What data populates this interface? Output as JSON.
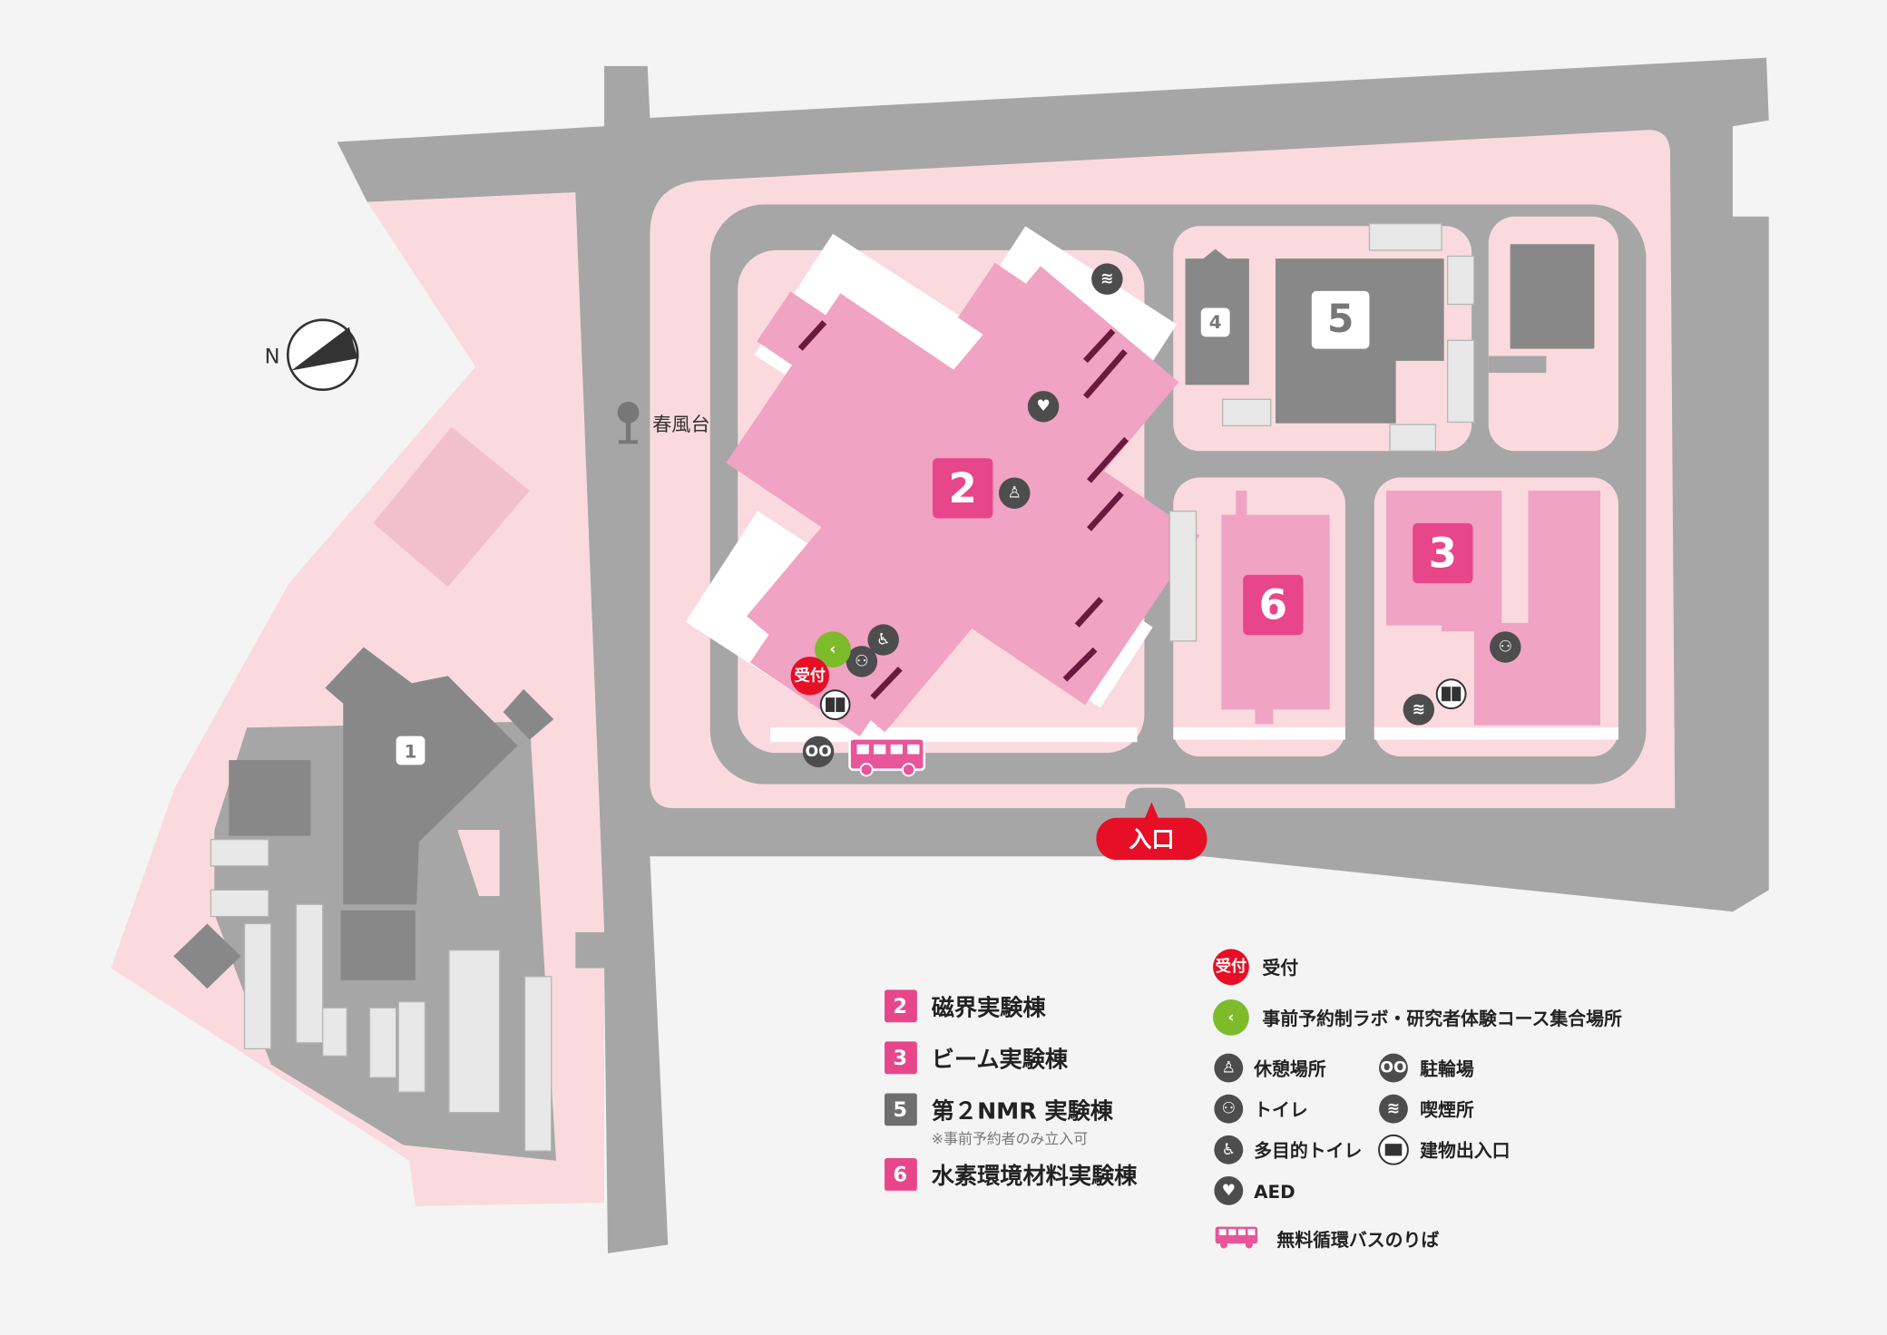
{
  "colors": {
    "road": "#a6a6a6",
    "campus": "#fadadf",
    "building_pink": "#f0a3c3",
    "building_gray": "#888888",
    "label_pink": "#e8468a",
    "label_gray": "#6e6e6e",
    "reception": "#e60f26",
    "meeting": "#7dbb2a",
    "icon_dark": "#4d4d4d",
    "background": "#f4f4f4"
  },
  "map": {
    "compass_label": "N",
    "bus_stop_name": "春風台",
    "entrance_label": "入口",
    "building_numbers": {
      "b1": "1",
      "b2": "2",
      "b3": "3",
      "b4": "4",
      "b5": "5",
      "b6": "6"
    },
    "reception_marker": "受付"
  },
  "legend": {
    "buildings": [
      {
        "number": "2",
        "name": "磁界実験棟"
      },
      {
        "number": "3",
        "name": "ビーム実験棟"
      },
      {
        "number": "5",
        "name": "第２NMR 実験棟",
        "note": "※事前予約者のみ立入可"
      },
      {
        "number": "6",
        "name": "水素環境材料実験棟"
      }
    ],
    "reception": {
      "icon_text": "受付",
      "label": "受付"
    },
    "meeting_point": {
      "label": "事前予約制ラボ・研究者体験コース集合場所"
    },
    "facilities": [
      {
        "icon": "rest-area-icon",
        "label": "休憩場所"
      },
      {
        "icon": "bicycle-icon",
        "label": "駐輪場"
      },
      {
        "icon": "restroom-icon",
        "label": "トイレ"
      },
      {
        "icon": "smoking-icon",
        "label": "喫煙所"
      },
      {
        "icon": "accessible-restroom-icon",
        "label": "多目的トイレ"
      },
      {
        "icon": "building-entrance-icon",
        "label": "建物出入口"
      },
      {
        "icon": "aed-icon",
        "label": "AED"
      }
    ],
    "bus": {
      "label": "無料循環バスのりば"
    }
  }
}
